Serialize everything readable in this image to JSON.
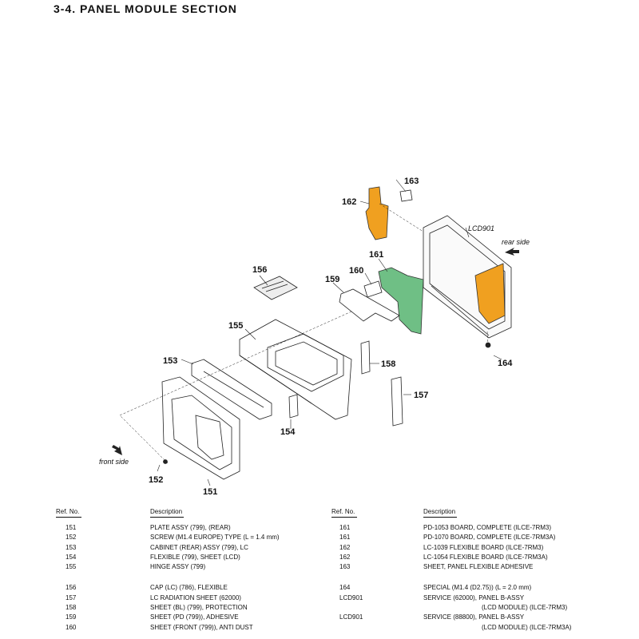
{
  "title": "3-4.  PANEL MODULE SECTION",
  "diagram": {
    "part_labels": [
      "162",
      "163",
      "LCD901",
      "161",
      "160",
      "156",
      "159",
      "155",
      "153",
      "158",
      "157",
      "154",
      "152",
      "151",
      "164"
    ],
    "side_labels": {
      "rear": "rear side",
      "front": "front side"
    }
  },
  "table": {
    "header_ref": "Ref. No.",
    "header_desc": "Description",
    "left": [
      {
        "ref": "151",
        "desc": "PLATE ASSY (799), (REAR)"
      },
      {
        "ref": "152",
        "desc": "SCREW (M1.4 EUROPE) TYPE (L = 1.4 mm)"
      },
      {
        "ref": "153",
        "desc": "CABINET (REAR) ASSY (799), LC"
      },
      {
        "ref": "154",
        "desc": "FLEXIBLE (799), SHEET (LCD)"
      },
      {
        "ref": "155",
        "desc": "HINGE ASSY (799)"
      },
      {
        "ref": "156",
        "desc": "CAP (LC) (786), FLEXIBLE"
      },
      {
        "ref": "157",
        "desc": "LC RADIATION SHEET (62000)"
      },
      {
        "ref": "158",
        "desc": "SHEET (BL) (799), PROTECTION"
      },
      {
        "ref": "159",
        "desc": "SHEET (PD (799)), ADHESIVE"
      },
      {
        "ref": "160",
        "desc": "SHEET (FRONT (799)), ANTI DUST"
      }
    ],
    "right": [
      {
        "ref": "161",
        "desc": "PD-1053 BOARD, COMPLETE (ILCE-7RM3)"
      },
      {
        "ref": "161",
        "desc": "PD-1070 BOARD, COMPLETE (ILCE-7RM3A)"
      },
      {
        "ref": "162",
        "desc": "LC-1039 FLEXIBLE BOARD (ILCE-7RM3)"
      },
      {
        "ref": "162",
        "desc": "LC-1054 FLEXIBLE BOARD (ILCE-7RM3A)"
      },
      {
        "ref": "163",
        "desc": "SHEET, PANEL FLEXIBLE ADHESIVE"
      },
      {
        "ref": "164",
        "desc": "SPECIAL (M1.4 (D2.75)) (L = 2.0 mm)"
      },
      {
        "ref": "LCD901",
        "desc": "SERVICE (62000), PANEL B-ASSY",
        "cont": "(LCD MODULE) (ILCE-7RM3)"
      },
      {
        "ref": "LCD901",
        "desc": "SERVICE (88800), PANEL B-ASSY",
        "cont": "(LCD MODULE) (ILCE-7RM3A)"
      }
    ]
  },
  "colors": {
    "orange": "#f0a020",
    "green": "#6fbf85",
    "line": "#222222"
  }
}
